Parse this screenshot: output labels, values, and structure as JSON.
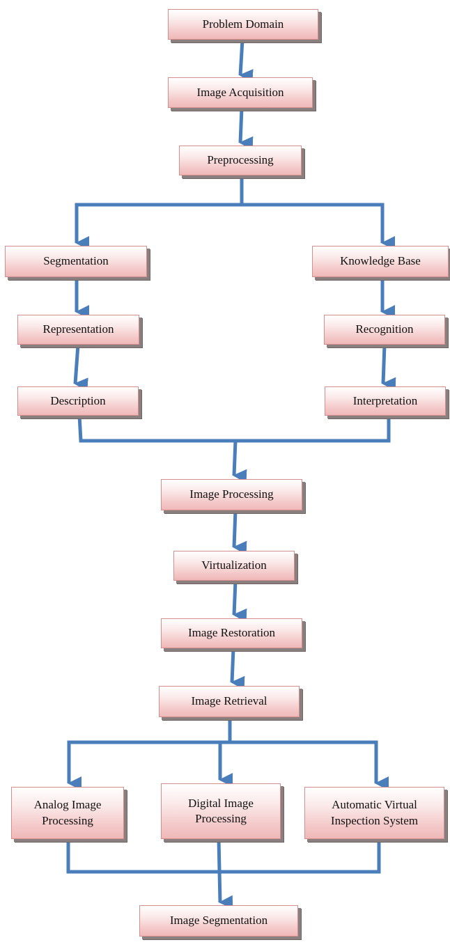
{
  "nodes": {
    "problem_domain": "Problem Domain",
    "image_acquisition": "Image Acquisition",
    "preprocessing": "Preprocessing",
    "segmentation": "Segmentation",
    "knowledge_base": "Knowledge Base",
    "representation": "Representation",
    "recognition": "Recognition",
    "description": "Description",
    "interpretation": "Interpretation",
    "image_processing": "Image Processing",
    "virtualization": "Virtualization",
    "image_restoration": "Image Restoration",
    "image_retrieval": "Image Retrieval",
    "analog_image_processing": "Analog Image\nProcessing",
    "digital_image_processing": "Digital Image\nProcessing",
    "automatic_virtual_inspection_system": "Automatic Virtual\nInspection System",
    "image_segmentation": "Image Segmentation"
  },
  "colors": {
    "arrow": "#4a7ebb",
    "box_border": "#d58d8d",
    "box_fill": "#f4c9c9",
    "shadow": "#8a7f7f"
  }
}
